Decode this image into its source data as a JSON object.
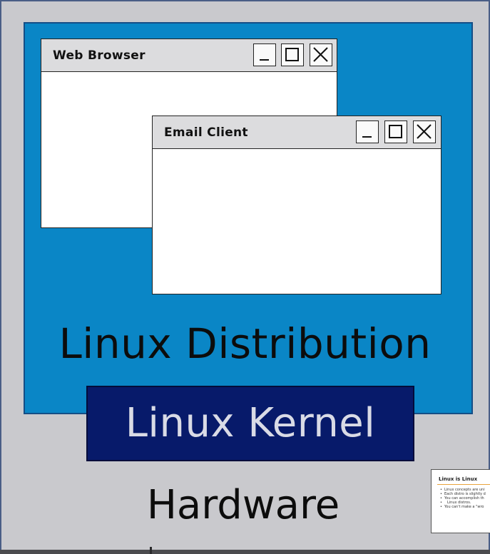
{
  "windows": [
    {
      "title": "Web Browser",
      "buttons": [
        "minimize-icon",
        "maximize-icon",
        "close-icon"
      ]
    },
    {
      "title": "Email Client",
      "buttons": [
        "minimize-icon",
        "maximize-icon",
        "close-icon"
      ]
    }
  ],
  "layers": {
    "distribution": "Linux Distribution",
    "kernel": "Linux Kernel",
    "hardware": "Hardware"
  },
  "thumbnail": {
    "title": "Linux is Linux",
    "bullets": [
      "Linux concepts are uni",
      "Each distro is slightly d",
      "You can accomplish th",
      "Linux distros.",
      "You can't make a \"wro"
    ]
  },
  "colors": {
    "page_background": "#c9c9cd",
    "distribution_panel": "#0a86c6",
    "kernel_panel": "#071a6a",
    "kernel_text": "#d9dbe6",
    "window_titlebar": "#dcdcde"
  }
}
